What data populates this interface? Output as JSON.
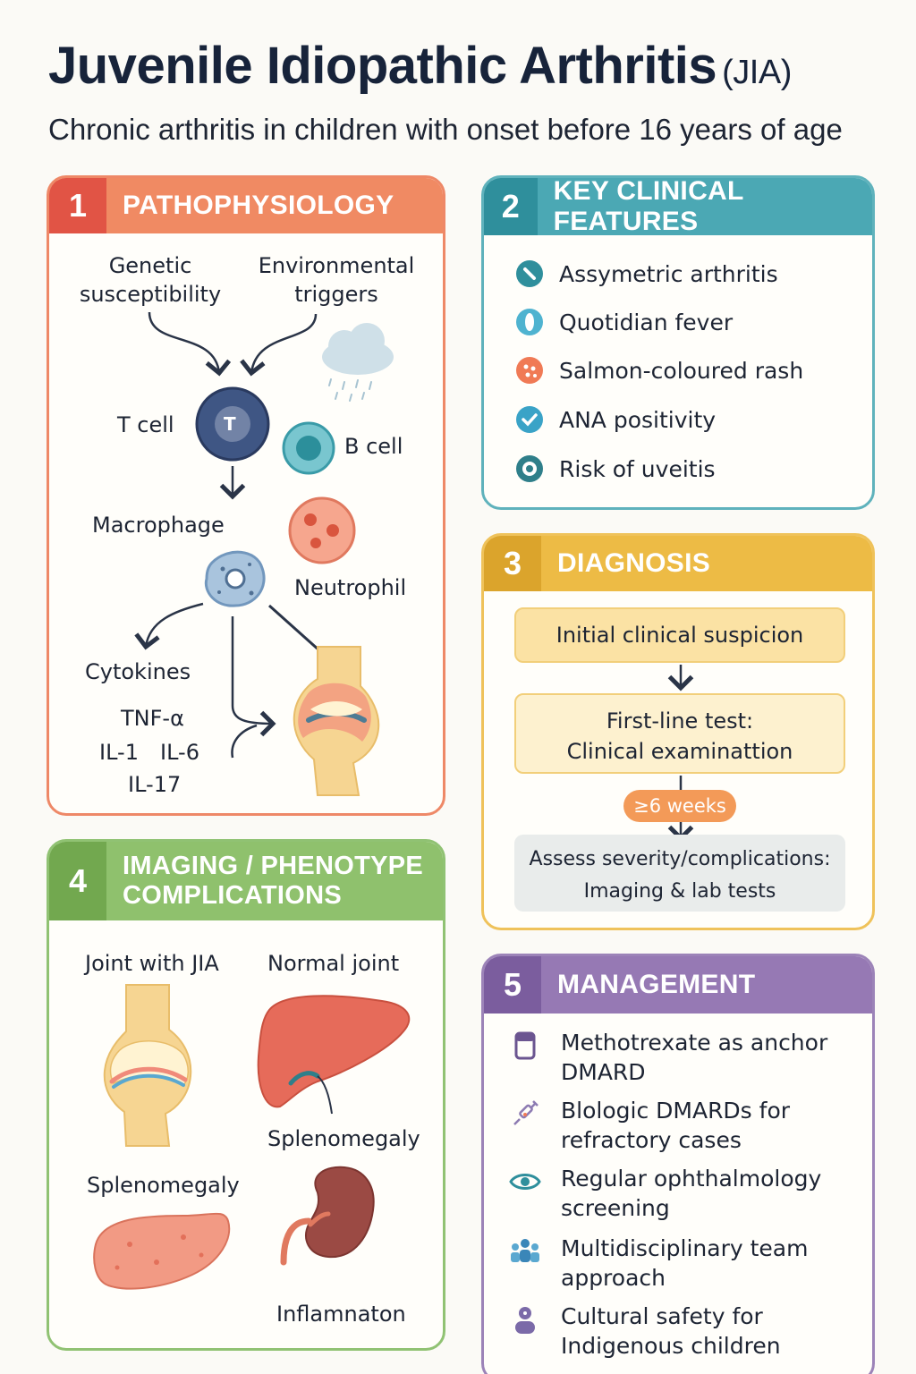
{
  "header": {
    "title": "Juvenile Idiopathic Arthritis",
    "title_abbr": "(JIA)",
    "subtitle": "Chronic arthritis in children with onset before 16 years of age"
  },
  "panel1": {
    "number": "1",
    "title": "PATHOPHYSIOLOGY",
    "genetic": "Genetic\nsusceptibility",
    "environmental": "Environmental\ntriggers",
    "t_cell": "T cell",
    "t_letter": "T",
    "b_cell": "B cell",
    "macrophage": "Macrophage",
    "neutrophil": "Neutrophil",
    "cytokines": "Cytokines",
    "tnf": "TNF-α",
    "il1": "IL-1",
    "il6": "IL-6",
    "il17": "IL-17"
  },
  "panel2": {
    "number": "2",
    "title": "KEY CLINICAL FEATURES",
    "items": [
      {
        "label": "Assymetric arthritis",
        "icon": "joint-icon",
        "color": "#2f8f9c"
      },
      {
        "label": "Quotidian fever",
        "icon": "fever-icon",
        "color": "#4fb3d0"
      },
      {
        "label": "Salmon-coloured rash",
        "icon": "rash-icon",
        "color": "#f07a55"
      },
      {
        "label": "ANA positivity",
        "icon": "check-icon",
        "color": "#3aa3c7"
      },
      {
        "label": "Risk of uveitis",
        "icon": "eye-icon",
        "color": "#2f7f8a"
      }
    ]
  },
  "panel3": {
    "number": "3",
    "title": "DIAGNOSIS",
    "step1": "Initial clinical suspicion",
    "step2": "First-line test:\nClinical examinattion",
    "badge": "≥6 weeks",
    "step3": "Assess severity/complications:\nImaging & lab tests"
  },
  "panel4": {
    "number": "4",
    "title": "IMAGING / PHENOTYPE\nCOMPLICATIONS",
    "joint_jia": "Joint with JIA",
    "normal_joint": "Normal joint",
    "splenomegaly_right": "Splenomegaly",
    "splenomegaly_left": "Splenomegaly",
    "inflammation": "Inflamnaton"
  },
  "panel5": {
    "number": "5",
    "title": "MANAGEMENT",
    "items": [
      {
        "label": "Methotrexate as anchor\nDMARD",
        "icon": "pill-bottle-icon"
      },
      {
        "label": "Blologic DMARDs for\nrefractory cases",
        "icon": "syringe-icon"
      },
      {
        "label": "Regular ophthalmology\nscreening",
        "icon": "eye-icon"
      },
      {
        "label": "Multidisciplinary team\napproach",
        "icon": "team-icon"
      },
      {
        "label": "Cultural safety for\nIndigenous children",
        "icon": "person-icon"
      }
    ]
  },
  "colors": {
    "panel1": "#f08a63",
    "panel2": "#4ba8b4",
    "panel3": "#edbb45",
    "panel4": "#8fc16d",
    "panel5": "#9679b4"
  }
}
